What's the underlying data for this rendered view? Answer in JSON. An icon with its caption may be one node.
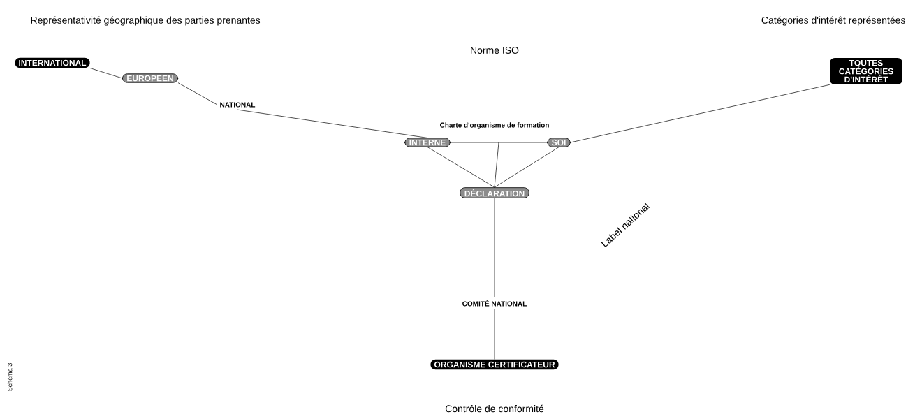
{
  "diagram": {
    "nodes": [
      {
        "text": [
          "INTERNATIONAL"
        ]
      },
      {
        "text": [
          "EUROPEEN"
        ]
      },
      {
        "text": [
          "NATIONAL"
        ]
      },
      {
        "text": [
          "INTERNE"
        ]
      },
      {
        "text": [
          "SOI"
        ]
      },
      {
        "text": [
          "DÉCLARATION"
        ]
      },
      {
        "text": [
          "COMITÉ NATIONAL"
        ]
      },
      {
        "text": [
          "ORGANISME CERTIFICATEUR"
        ]
      },
      {
        "text": [
          "TOUTES CATÉGORIES D'INTÉRÊT"
        ]
      }
    ],
    "edges": [
      {
        "from": 0,
        "to": 1,
        "arrow": "none"
      },
      {
        "from": 1,
        "to": 2,
        "arrow": "none"
      },
      {
        "from": 2,
        "to": 3,
        "arrow": "none"
      },
      {
        "from": 3,
        "to": 4,
        "arrow": "none"
      },
      {
        "from": 3,
        "to": 5,
        "arrow": "none"
      },
      {
        "from": 4,
        "to": 5,
        "arrow": "none"
      },
      {
        "from": 4,
        "to": 8,
        "arrow": "none"
      },
      {
        "from": 5,
        "to": 6,
        "arrow": "none"
      },
      {
        "from": 6,
        "to": 7,
        "arrow": "none"
      }
    ],
    "labels": [
      "Représentativité géographique des parties prenantes",
      "Catégories d'intérêt représentées",
      "Norme ISO",
      "Charte d'organisme de formation",
      "Label national",
      "Contrôle de conformité",
      "Schéma 3"
    ]
  }
}
